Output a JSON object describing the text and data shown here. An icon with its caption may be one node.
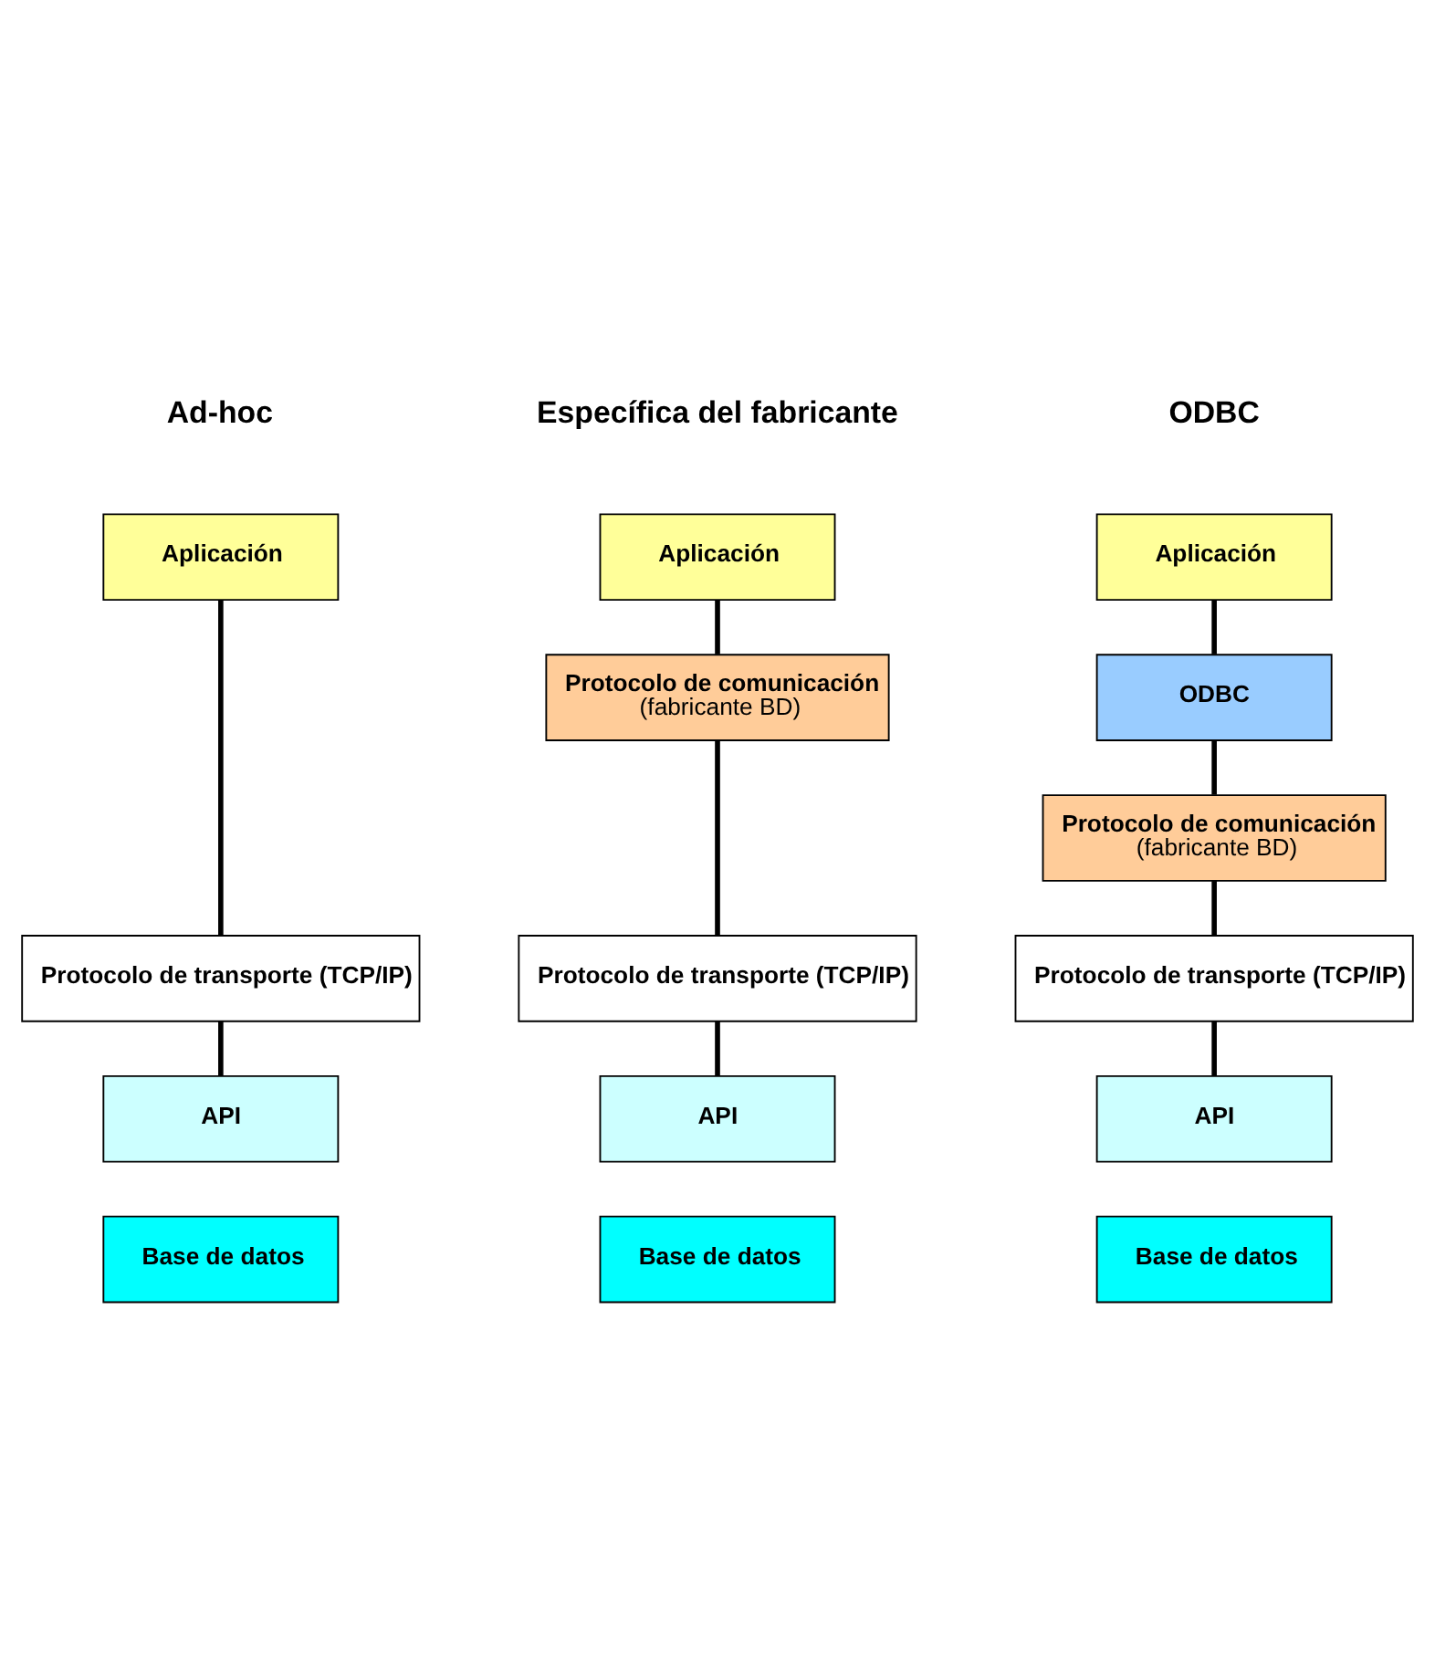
{
  "diagram": {
    "nodes": [
      {
        "text": [
          "Aplicación"
        ]
      },
      {
        "text": [
          "Protocolo de transporte (TCP/IP)"
        ]
      },
      {
        "text": [
          "API"
        ]
      },
      {
        "text": [
          "Base de datos"
        ]
      },
      {
        "text": [
          "Aplicación"
        ]
      },
      {
        "text": [
          "Protocolo de comunicación",
          "(fabricante BD)"
        ]
      },
      {
        "text": [
          "Protocolo de transporte (TCP/IP)"
        ]
      },
      {
        "text": [
          "API"
        ]
      },
      {
        "text": [
          "Base de datos"
        ]
      },
      {
        "text": [
          "Aplicación"
        ]
      },
      {
        "text": [
          "ODBC"
        ]
      },
      {
        "text": [
          "Protocolo de comunicación",
          "(fabricante BD)"
        ]
      },
      {
        "text": [
          "Protocolo de transporte (TCP/IP)"
        ]
      },
      {
        "text": [
          "API"
        ]
      },
      {
        "text": [
          "Base de datos"
        ]
      }
    ],
    "edges": [
      {
        "from": 0,
        "to": 1,
        "arrow": "none"
      },
      {
        "from": 1,
        "to": 2,
        "arrow": "none"
      },
      {
        "from": 4,
        "to": 5,
        "arrow": "none"
      },
      {
        "from": 5,
        "to": 6,
        "arrow": "none"
      },
      {
        "from": 6,
        "to": 7,
        "arrow": "none"
      },
      {
        "from": 9,
        "to": 10,
        "arrow": "none"
      },
      {
        "from": 10,
        "to": 11,
        "arrow": "none"
      },
      {
        "from": 11,
        "to": 12,
        "arrow": "none"
      },
      {
        "from": 12,
        "to": 13,
        "arrow": "none"
      }
    ],
    "labels": [
      "Ad-hoc",
      "Específica del fabricante",
      "ODBC"
    ]
  }
}
